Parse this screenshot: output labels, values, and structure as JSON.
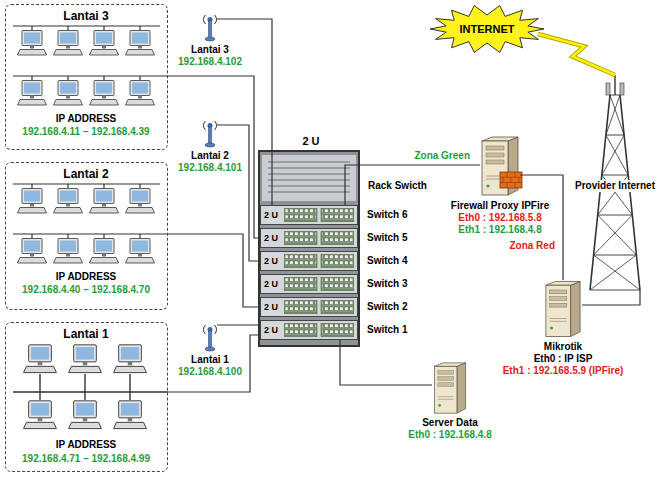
{
  "diagram": {
    "nodes": [
      {
        "text": [
          "Lantai 3",
          "IP ADDRESS",
          "192.168.4.11 – 192.168.4.39"
        ]
      },
      {
        "text": [
          "Lantai 2",
          "IP ADDRESS",
          "192.168.4.40 – 192.168.4.70"
        ]
      },
      {
        "text": [
          "Lantai 1",
          "IP ADDRESS",
          "192.168.4.71 – 192.168.4.99"
        ]
      },
      {
        "text": [
          "Lantai 3",
          "192.168.4.102"
        ]
      },
      {
        "text": [
          "Lantai 2",
          "192.168.4.101"
        ]
      },
      {
        "text": [
          "Lantai 1",
          "192.168.4.100"
        ]
      },
      {
        "text": [
          "2 U",
          "Rack Swicth"
        ]
      },
      {
        "text": [
          "2 U",
          "Switch 6"
        ],
        "in": 6
      },
      {
        "text": [
          "2 U",
          "Switch 5"
        ],
        "in": 6
      },
      {
        "text": [
          "2 U",
          "Switch 4"
        ],
        "in": 6
      },
      {
        "text": [
          "2 U",
          "Switch 3"
        ],
        "in": 6
      },
      {
        "text": [
          "2 U",
          "Switch 2"
        ],
        "in": 6
      },
      {
        "text": [
          "2 U",
          "Switch 1"
        ],
        "in": 6
      },
      {
        "text": [
          "Firewall Proxy IPFire",
          "Eth0 : 192.168.5.8",
          "Eth1 : 192.168.4.8"
        ]
      },
      {
        "text": [
          "Mikrotik",
          "Eth0 : IP ISP",
          "Eth1 : 192.168.5.9 (IPFire)"
        ]
      },
      {
        "text": [
          "Server Data",
          "Eth0 : 192.168.4.8"
        ]
      },
      {
        "text": [
          "INTERNET"
        ]
      },
      {
        "text": [
          "Provider Internet"
        ]
      }
    ],
    "edges": [
      {
        "from": 3,
        "to": 7,
        "arrow": "none"
      },
      {
        "from": 0,
        "to": 8,
        "arrow": "none"
      },
      {
        "from": 4,
        "to": 9,
        "arrow": "none"
      },
      {
        "from": 1,
        "to": 11,
        "arrow": "none"
      },
      {
        "from": 5,
        "to": 12,
        "arrow": "none"
      },
      {
        "from": 2,
        "to": 12,
        "arrow": "none"
      },
      {
        "from": 7,
        "to": 13,
        "label": "Zona Green",
        "arrow": "none"
      },
      {
        "from": 13,
        "to": 14,
        "label": "Zona Red",
        "arrow": "none"
      },
      {
        "from": 12,
        "to": 15,
        "arrow": "none"
      },
      {
        "from": 14,
        "to": 17,
        "arrow": "none"
      },
      {
        "from": 16,
        "to": 17,
        "arrow": "none"
      }
    ]
  }
}
